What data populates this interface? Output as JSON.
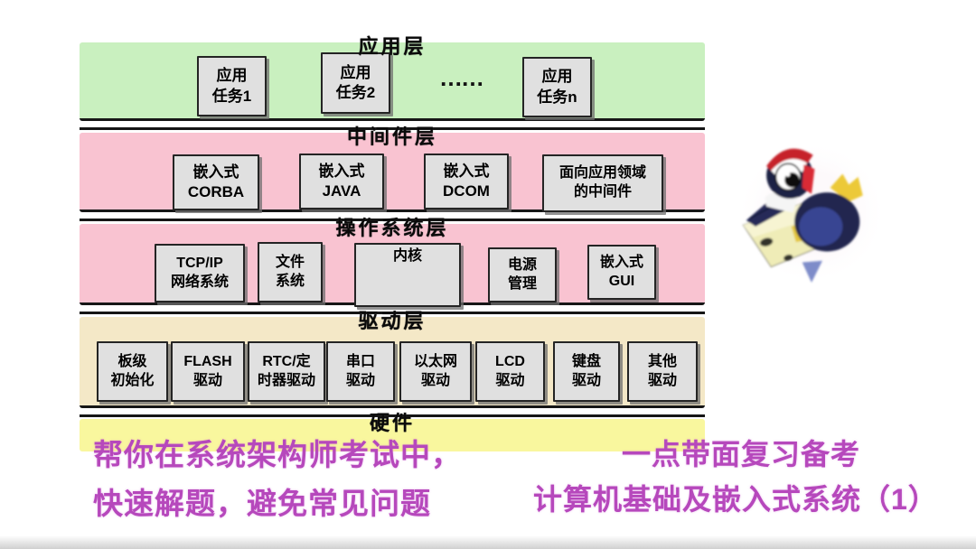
{
  "diagram": {
    "layers": [
      {
        "id": "application",
        "title": "应用层",
        "color": "#c9f0bf",
        "ellipsis": "……",
        "boxes": [
          {
            "label": "应用\n任务1"
          },
          {
            "label": "应用\n任务2"
          },
          {
            "label": "应用\n任务n"
          }
        ]
      },
      {
        "id": "middleware",
        "title": "中间件层",
        "color": "#f9c3d1",
        "boxes": [
          {
            "label": "嵌入式\nCORBA"
          },
          {
            "label": "嵌入式\nJAVA"
          },
          {
            "label": "嵌入式\nDCOM"
          },
          {
            "label": "面向应用领域\n的中间件"
          }
        ]
      },
      {
        "id": "os",
        "title": "操作系统层",
        "color": "#f9c3d1",
        "boxes": [
          {
            "label": "TCP/IP\n网络系统"
          },
          {
            "label": "文件\n系统"
          },
          {
            "label": "内核"
          },
          {
            "label": "电源\n管理"
          },
          {
            "label": "嵌入式\nGUI"
          }
        ]
      },
      {
        "id": "driver",
        "title": "驱动层",
        "color": "#f4e8c7",
        "boxes": [
          {
            "label": "板级\n初始化"
          },
          {
            "label": "FLASH\n驱动"
          },
          {
            "label": "RTC/定\n时器驱动"
          },
          {
            "label": "串口\n驱动"
          },
          {
            "label": "以太网\n驱动"
          },
          {
            "label": "LCD\n驱动"
          },
          {
            "label": "键盘\n驱动"
          },
          {
            "label": "其他\n驱动"
          }
        ]
      },
      {
        "id": "hardware",
        "title": "硬件",
        "color": "#f9f79e",
        "boxes": []
      }
    ],
    "box_fill": "#e0e0e0",
    "box_border": "#242424"
  },
  "captions": {
    "color": "#b648bc",
    "left_line1": "帮你在系统架构师考试中，",
    "left_line2": "快速解题，避免常见问题",
    "right_line1": "一点带面复习备考",
    "right_line2": "计算机基础及嵌入式系统（1）"
  },
  "mascot": {
    "description": "woodpecker-on-cheese-illustration"
  }
}
